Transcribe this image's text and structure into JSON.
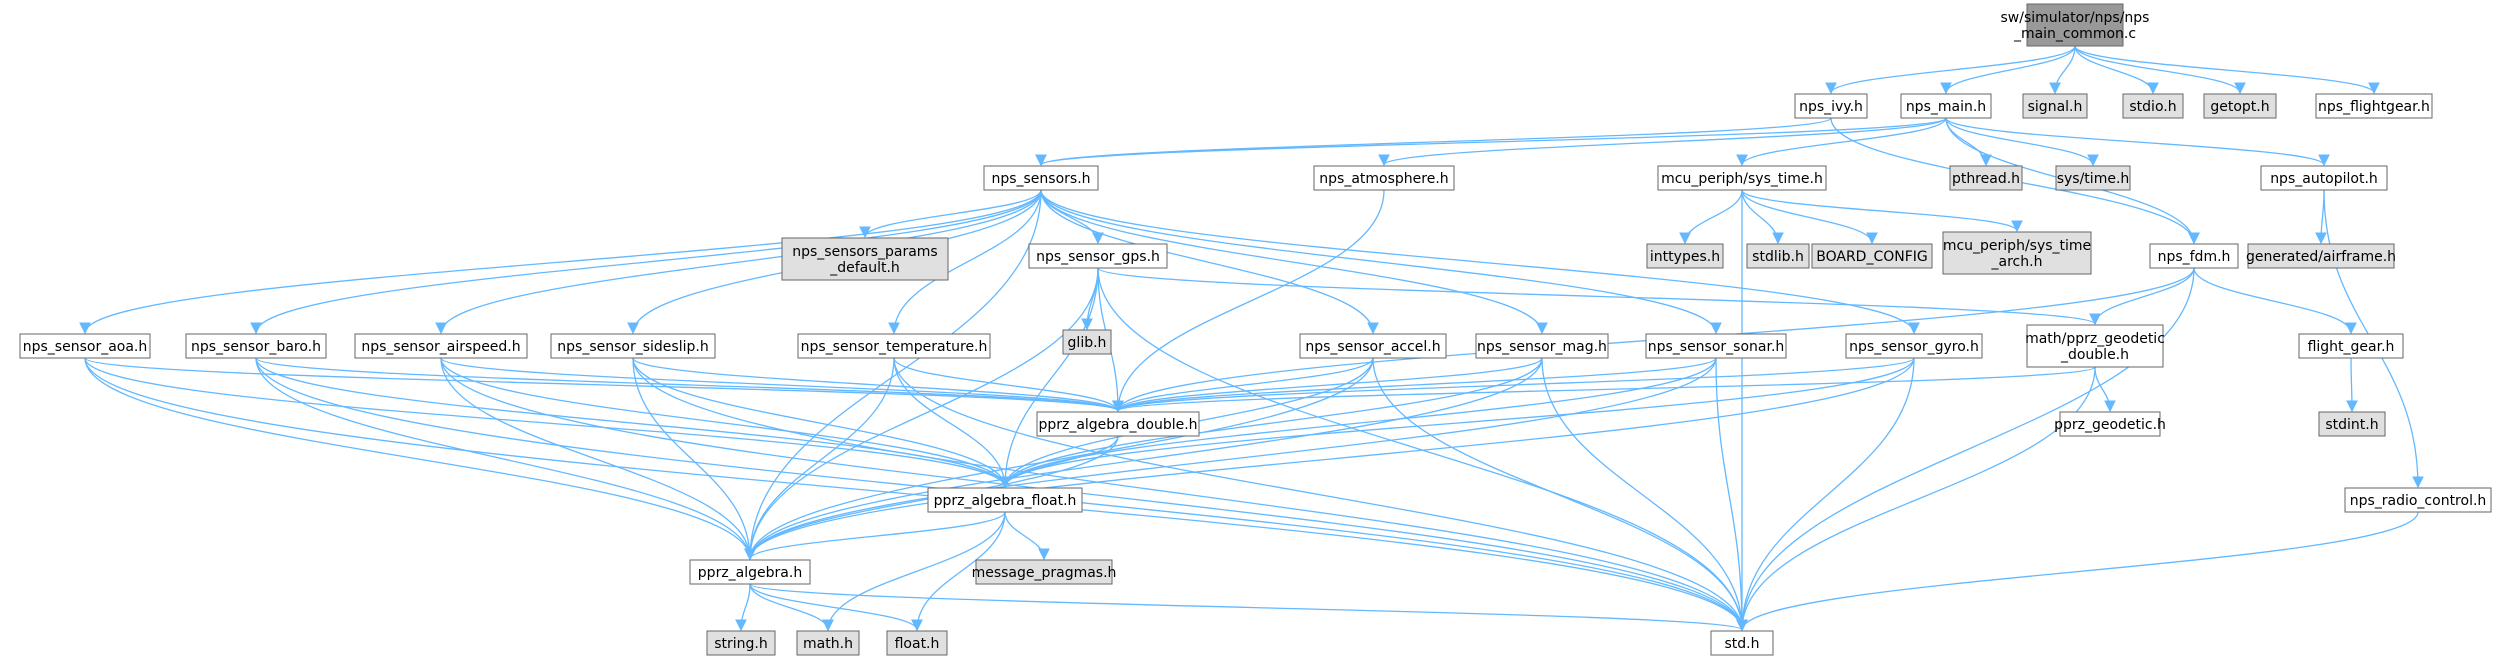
{
  "colors": {
    "root_fill": "#999999",
    "node_fill": "#ffffff",
    "external_fill": "#e0e0e0",
    "border": "#666666",
    "edge": "#63b8ff"
  },
  "graph": {
    "nodes": [
      {
        "id": "root",
        "lines": [
          "sw/simulator/nps/nps",
          "_main_common.c"
        ],
        "kind": "root"
      },
      {
        "id": "nps_ivy",
        "lines": [
          "nps_ivy.h"
        ],
        "kind": "file"
      },
      {
        "id": "nps_main",
        "lines": [
          "nps_main.h"
        ],
        "kind": "file"
      },
      {
        "id": "signal",
        "lines": [
          "signal.h"
        ],
        "kind": "external"
      },
      {
        "id": "stdio",
        "lines": [
          "stdio.h"
        ],
        "kind": "external"
      },
      {
        "id": "getopt",
        "lines": [
          "getopt.h"
        ],
        "kind": "external"
      },
      {
        "id": "nps_flightgear",
        "lines": [
          "nps_flightgear.h"
        ],
        "kind": "file"
      },
      {
        "id": "nps_sensors",
        "lines": [
          "nps_sensors.h"
        ],
        "kind": "file"
      },
      {
        "id": "nps_atmosphere",
        "lines": [
          "nps_atmosphere.h"
        ],
        "kind": "file"
      },
      {
        "id": "mcu_sys_time",
        "lines": [
          "mcu_periph/sys_time.h"
        ],
        "kind": "file"
      },
      {
        "id": "pthread",
        "lines": [
          "pthread.h"
        ],
        "kind": "external"
      },
      {
        "id": "sys_time",
        "lines": [
          "sys/time.h"
        ],
        "kind": "external"
      },
      {
        "id": "nps_autopilot",
        "lines": [
          "nps_autopilot.h"
        ],
        "kind": "file"
      },
      {
        "id": "nps_sensors_params",
        "lines": [
          "nps_sensors_params",
          "_default.h"
        ],
        "kind": "external"
      },
      {
        "id": "nps_sensor_gps",
        "lines": [
          "nps_sensor_gps.h"
        ],
        "kind": "file"
      },
      {
        "id": "inttypes",
        "lines": [
          "inttypes.h"
        ],
        "kind": "external"
      },
      {
        "id": "stdlib",
        "lines": [
          "stdlib.h"
        ],
        "kind": "external"
      },
      {
        "id": "board_config",
        "lines": [
          "BOARD_CONFIG"
        ],
        "kind": "external"
      },
      {
        "id": "mcu_sys_time_arch",
        "lines": [
          "mcu_periph/sys_time",
          "_arch.h"
        ],
        "kind": "external"
      },
      {
        "id": "nps_fdm",
        "lines": [
          "nps_fdm.h"
        ],
        "kind": "file"
      },
      {
        "id": "generated_airframe",
        "lines": [
          "generated/airframe.h"
        ],
        "kind": "external"
      },
      {
        "id": "glib",
        "lines": [
          "glib.h"
        ],
        "kind": "external"
      },
      {
        "id": "nps_sensor_aoa",
        "lines": [
          "nps_sensor_aoa.h"
        ],
        "kind": "file"
      },
      {
        "id": "nps_sensor_baro",
        "lines": [
          "nps_sensor_baro.h"
        ],
        "kind": "file"
      },
      {
        "id": "nps_sensor_airspeed",
        "lines": [
          "nps_sensor_airspeed.h"
        ],
        "kind": "file"
      },
      {
        "id": "nps_sensor_sideslip",
        "lines": [
          "nps_sensor_sideslip.h"
        ],
        "kind": "file"
      },
      {
        "id": "nps_sensor_temperature",
        "lines": [
          "nps_sensor_temperature.h"
        ],
        "kind": "file"
      },
      {
        "id": "nps_sensor_accel",
        "lines": [
          "nps_sensor_accel.h"
        ],
        "kind": "file"
      },
      {
        "id": "nps_sensor_mag",
        "lines": [
          "nps_sensor_mag.h"
        ],
        "kind": "file"
      },
      {
        "id": "nps_sensor_sonar",
        "lines": [
          "nps_sensor_sonar.h"
        ],
        "kind": "file"
      },
      {
        "id": "nps_sensor_gyro",
        "lines": [
          "nps_sensor_gyro.h"
        ],
        "kind": "file"
      },
      {
        "id": "pprz_geodetic_double",
        "lines": [
          "math/pprz_geodetic",
          "_double.h"
        ],
        "kind": "file"
      },
      {
        "id": "flight_gear",
        "lines": [
          "flight_gear.h"
        ],
        "kind": "file"
      },
      {
        "id": "stdint",
        "lines": [
          "stdint.h"
        ],
        "kind": "external"
      },
      {
        "id": "pprz_geodetic",
        "lines": [
          "pprz_geodetic.h"
        ],
        "kind": "file"
      },
      {
        "id": "pprz_algebra_double",
        "lines": [
          "pprz_algebra_double.h"
        ],
        "kind": "file"
      },
      {
        "id": "pprz_algebra_float",
        "lines": [
          "pprz_algebra_float.h"
        ],
        "kind": "file"
      },
      {
        "id": "message_pragmas",
        "lines": [
          "message_pragmas.h"
        ],
        "kind": "external"
      },
      {
        "id": "pprz_algebra",
        "lines": [
          "pprz_algebra.h"
        ],
        "kind": "file"
      },
      {
        "id": "nps_radio_control",
        "lines": [
          "nps_radio_control.h"
        ],
        "kind": "file"
      },
      {
        "id": "string",
        "lines": [
          "string.h"
        ],
        "kind": "external"
      },
      {
        "id": "math",
        "lines": [
          "math.h"
        ],
        "kind": "external"
      },
      {
        "id": "float",
        "lines": [
          "float.h"
        ],
        "kind": "external"
      },
      {
        "id": "std",
        "lines": [
          "std.h"
        ],
        "kind": "file"
      }
    ],
    "edges": [
      [
        "root",
        "nps_ivy"
      ],
      [
        "root",
        "nps_main"
      ],
      [
        "root",
        "signal"
      ],
      [
        "root",
        "stdio"
      ],
      [
        "root",
        "getopt"
      ],
      [
        "root",
        "nps_flightgear"
      ],
      [
        "nps_ivy",
        "nps_sensors"
      ],
      [
        "nps_ivy",
        "nps_fdm"
      ],
      [
        "nps_main",
        "nps_sensors"
      ],
      [
        "nps_main",
        "nps_atmosphere"
      ],
      [
        "nps_main",
        "mcu_sys_time"
      ],
      [
        "nps_main",
        "pthread"
      ],
      [
        "nps_main",
        "sys_time"
      ],
      [
        "nps_main",
        "nps_autopilot"
      ],
      [
        "nps_main",
        "nps_fdm"
      ],
      [
        "nps_sensors",
        "nps_sensors_params"
      ],
      [
        "nps_sensors",
        "nps_sensor_gps"
      ],
      [
        "nps_sensors",
        "nps_sensor_aoa"
      ],
      [
        "nps_sensors",
        "nps_sensor_baro"
      ],
      [
        "nps_sensors",
        "nps_sensor_airspeed"
      ],
      [
        "nps_sensors",
        "nps_sensor_sideslip"
      ],
      [
        "nps_sensors",
        "nps_sensor_temperature"
      ],
      [
        "nps_sensors",
        "nps_sensor_accel"
      ],
      [
        "nps_sensors",
        "nps_sensor_mag"
      ],
      [
        "nps_sensors",
        "nps_sensor_sonar"
      ],
      [
        "nps_sensors",
        "nps_sensor_gyro"
      ],
      [
        "nps_sensors",
        "pprz_algebra"
      ],
      [
        "nps_atmosphere",
        "pprz_algebra_double"
      ],
      [
        "mcu_sys_time",
        "inttypes"
      ],
      [
        "mcu_sys_time",
        "stdlib"
      ],
      [
        "mcu_sys_time",
        "board_config"
      ],
      [
        "mcu_sys_time",
        "mcu_sys_time_arch"
      ],
      [
        "mcu_sys_time",
        "std"
      ],
      [
        "nps_autopilot",
        "generated_airframe"
      ],
      [
        "nps_autopilot",
        "nps_radio_control"
      ],
      [
        "nps_fdm",
        "std"
      ],
      [
        "nps_fdm",
        "pprz_algebra_double"
      ],
      [
        "nps_fdm",
        "pprz_geodetic_double"
      ],
      [
        "nps_fdm",
        "flight_gear"
      ],
      [
        "flight_gear",
        "stdint"
      ],
      [
        "nps_sensor_gps",
        "glib"
      ],
      [
        "nps_sensor_gps",
        "pprz_algebra_double"
      ],
      [
        "nps_sensor_gps",
        "pprz_algebra_float"
      ],
      [
        "nps_sensor_gps",
        "pprz_algebra"
      ],
      [
        "nps_sensor_gps",
        "pprz_geodetic_double"
      ],
      [
        "nps_sensor_gps",
        "std"
      ],
      [
        "nps_sensor_aoa",
        "pprz_algebra_double"
      ],
      [
        "nps_sensor_aoa",
        "pprz_algebra_float"
      ],
      [
        "nps_sensor_aoa",
        "pprz_algebra"
      ],
      [
        "nps_sensor_aoa",
        "std"
      ],
      [
        "nps_sensor_baro",
        "pprz_algebra_double"
      ],
      [
        "nps_sensor_baro",
        "pprz_algebra_float"
      ],
      [
        "nps_sensor_baro",
        "pprz_algebra"
      ],
      [
        "nps_sensor_baro",
        "std"
      ],
      [
        "nps_sensor_airspeed",
        "pprz_algebra_double"
      ],
      [
        "nps_sensor_airspeed",
        "pprz_algebra_float"
      ],
      [
        "nps_sensor_airspeed",
        "pprz_algebra"
      ],
      [
        "nps_sensor_airspeed",
        "std"
      ],
      [
        "nps_sensor_sideslip",
        "pprz_algebra_double"
      ],
      [
        "nps_sensor_sideslip",
        "pprz_algebra_float"
      ],
      [
        "nps_sensor_sideslip",
        "pprz_algebra"
      ],
      [
        "nps_sensor_sideslip",
        "std"
      ],
      [
        "nps_sensor_temperature",
        "pprz_algebra_double"
      ],
      [
        "nps_sensor_temperature",
        "pprz_algebra_float"
      ],
      [
        "nps_sensor_temperature",
        "pprz_algebra"
      ],
      [
        "nps_sensor_temperature",
        "std"
      ],
      [
        "nps_sensor_accel",
        "pprz_algebra_double"
      ],
      [
        "nps_sensor_accel",
        "pprz_algebra_float"
      ],
      [
        "nps_sensor_accel",
        "pprz_algebra"
      ],
      [
        "nps_sensor_accel",
        "std"
      ],
      [
        "nps_sensor_mag",
        "pprz_algebra_double"
      ],
      [
        "nps_sensor_mag",
        "pprz_algebra_float"
      ],
      [
        "nps_sensor_mag",
        "pprz_algebra"
      ],
      [
        "nps_sensor_mag",
        "std"
      ],
      [
        "nps_sensor_sonar",
        "pprz_algebra_double"
      ],
      [
        "nps_sensor_sonar",
        "pprz_algebra_float"
      ],
      [
        "nps_sensor_sonar",
        "pprz_algebra"
      ],
      [
        "nps_sensor_sonar",
        "std"
      ],
      [
        "nps_sensor_gyro",
        "pprz_algebra_double"
      ],
      [
        "nps_sensor_gyro",
        "pprz_algebra_float"
      ],
      [
        "nps_sensor_gyro",
        "pprz_algebra"
      ],
      [
        "nps_sensor_gyro",
        "std"
      ],
      [
        "pprz_geodetic_double",
        "pprz_algebra_double"
      ],
      [
        "pprz_geodetic_double",
        "pprz_geodetic"
      ],
      [
        "pprz_geodetic_double",
        "std"
      ],
      [
        "pprz_algebra_double",
        "pprz_algebra_float"
      ],
      [
        "pprz_algebra_double",
        "pprz_algebra"
      ],
      [
        "pprz_algebra_float",
        "pprz_algebra"
      ],
      [
        "pprz_algebra_float",
        "message_pragmas"
      ],
      [
        "pprz_algebra_float",
        "math"
      ],
      [
        "pprz_algebra_float",
        "float"
      ],
      [
        "pprz_algebra",
        "string"
      ],
      [
        "pprz_algebra",
        "math"
      ],
      [
        "pprz_algebra",
        "float"
      ],
      [
        "pprz_algebra",
        "std"
      ],
      [
        "nps_radio_control",
        "std"
      ]
    ]
  }
}
